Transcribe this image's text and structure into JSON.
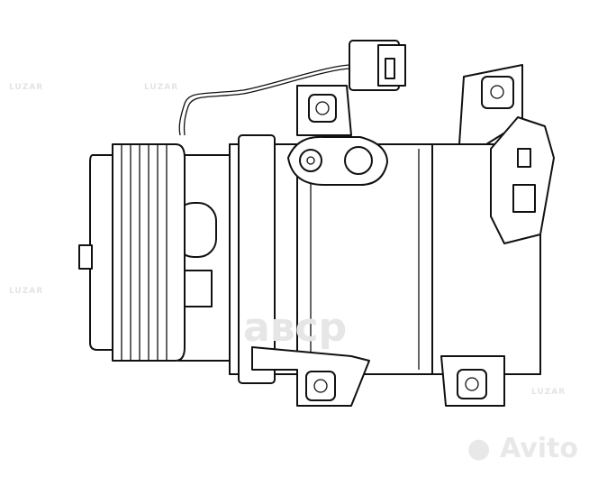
{
  "image": {
    "subject": "ac-compressor-line-drawing",
    "watermarks": {
      "brand": "LUZAR",
      "center_logo": "авср",
      "marketplace_logo": "Avito"
    }
  }
}
